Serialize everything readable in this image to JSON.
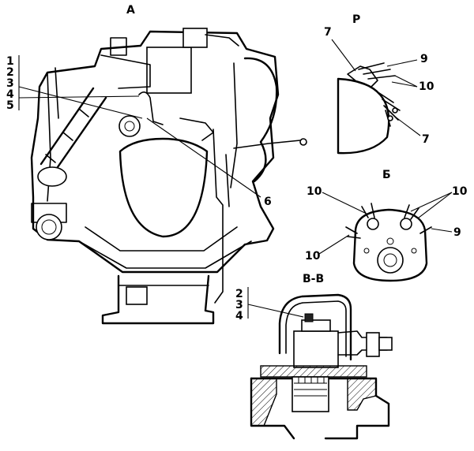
{
  "views": {
    "main": "A",
    "detail_p": "Р",
    "detail_b": "Б",
    "section": "В-В"
  },
  "callouts": {
    "main_left": [
      "1",
      "2",
      "3",
      "4",
      "5"
    ],
    "main_6": "6",
    "p_7_top": "7",
    "p_9": "9",
    "p_10": "10",
    "p_7_bottom": "7",
    "b_10_left": "10",
    "b_10_right": "10",
    "b_9": "9",
    "b_10_bottom": "10",
    "section_left": [
      "2",
      "3",
      "4"
    ]
  }
}
